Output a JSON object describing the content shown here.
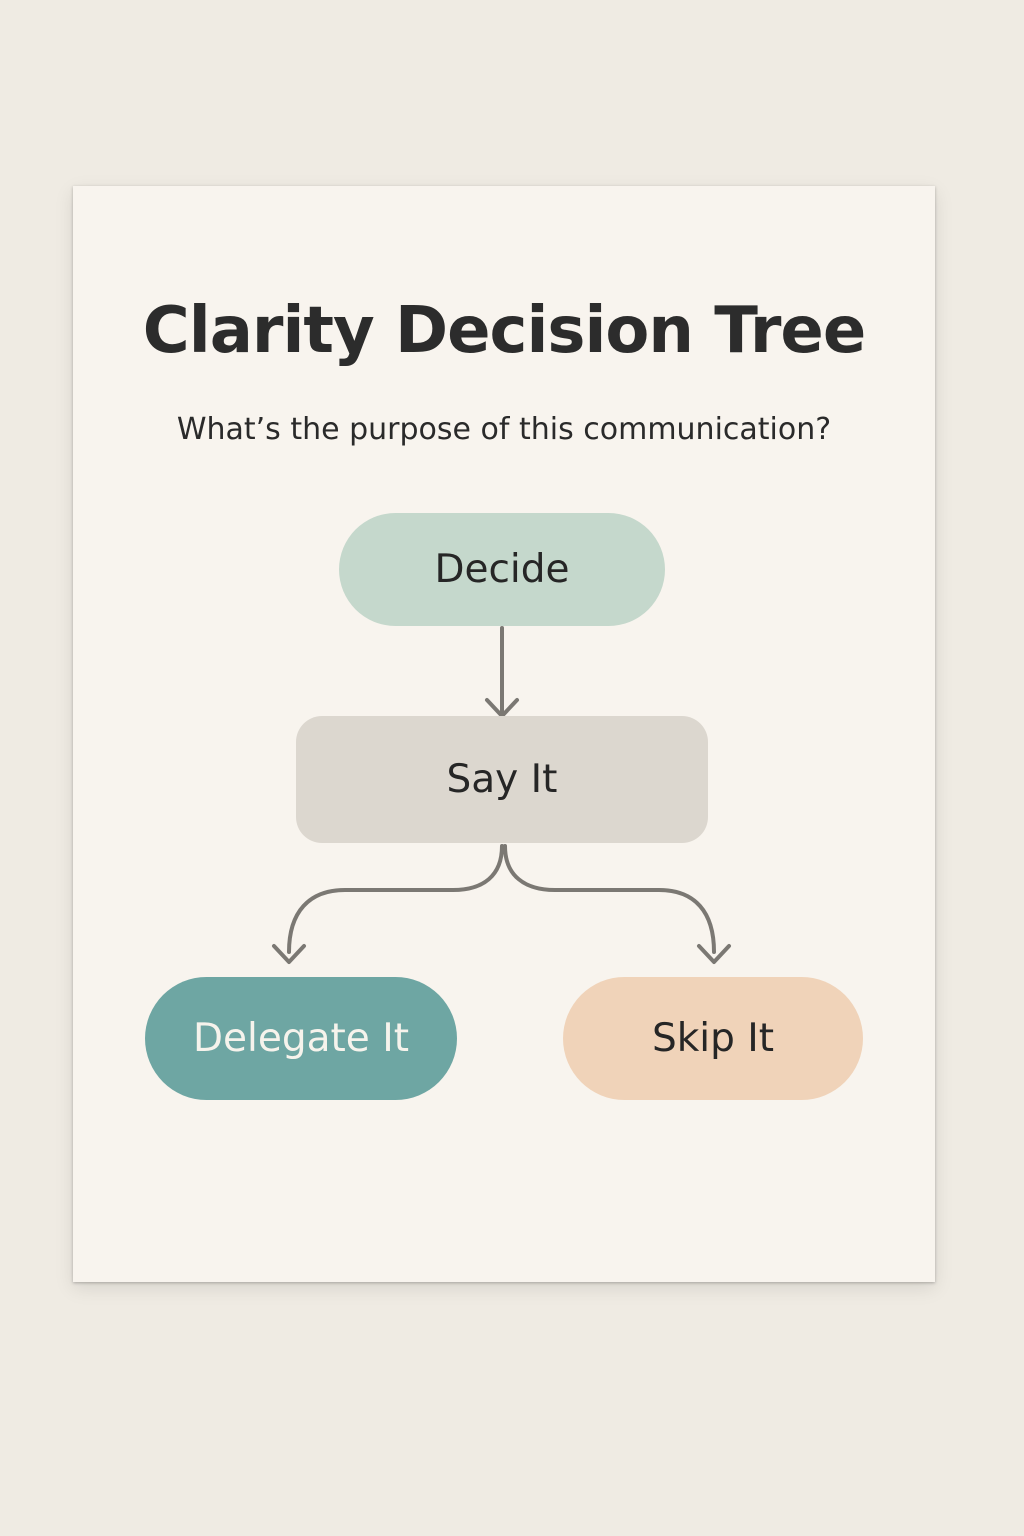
{
  "title": "Clarity Decision Tree",
  "subtitle": "What’s the purpose of this communication?",
  "nodes": {
    "decide": "Decide",
    "say_it": "Say It",
    "delegate_it": "Delegate It",
    "skip_it": "Skip It"
  },
  "colors": {
    "background": "#efebe3",
    "paper": "#f8f4ee",
    "decide": "#c5d8cc",
    "say_it": "#dcd7cf",
    "delegate_it": "#6ea6a3",
    "skip_it": "#f0d3b9",
    "arrow": "#7b7873"
  }
}
